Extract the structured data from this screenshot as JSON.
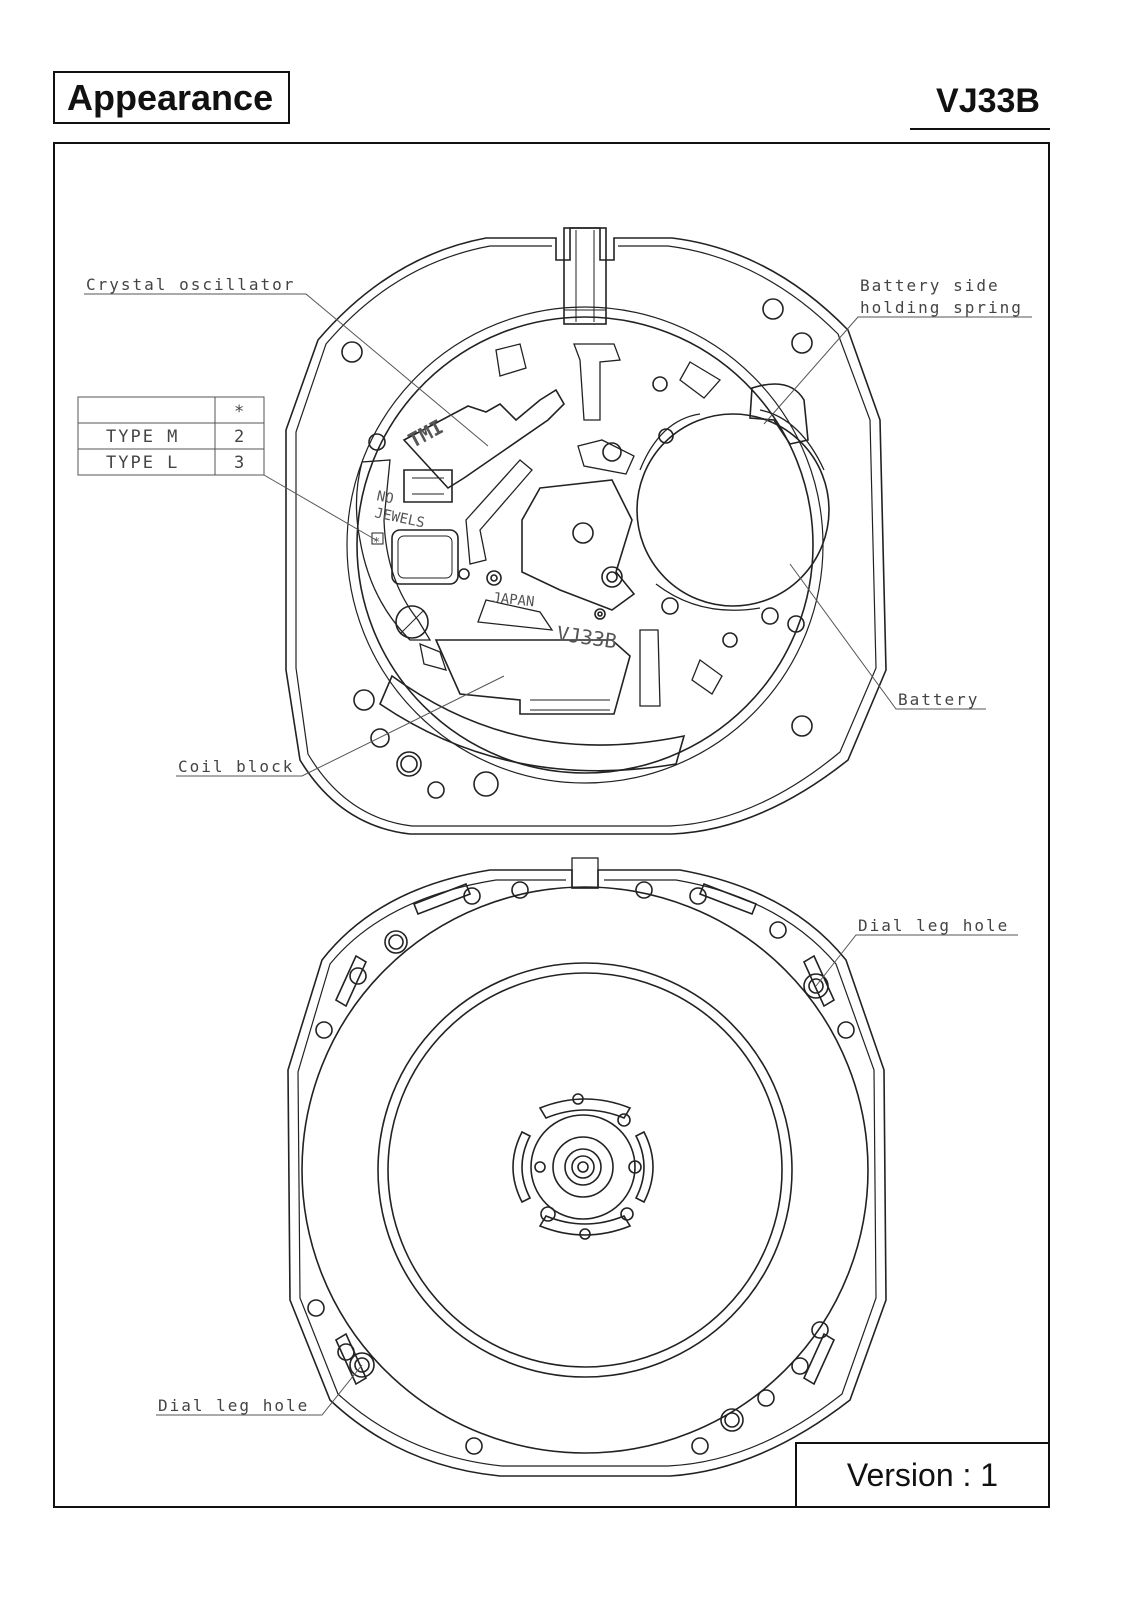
{
  "header": {
    "title": "Appearance",
    "model": "VJ33B"
  },
  "callouts": {
    "crystal_oscillator": "Crystal oscillator",
    "battery_side_line1": "Battery side",
    "battery_side_line2": "holding spring",
    "battery": "Battery",
    "coil_block": "Coil block",
    "dial_leg_hole_top": "Dial leg hole",
    "dial_leg_hole_bottom": "Dial leg hole"
  },
  "jewel_table": {
    "header_symbol": "*",
    "rows": [
      {
        "type": "TYPE M",
        "value": "2"
      },
      {
        "type": "TYPE L",
        "value": "3"
      }
    ]
  },
  "engravings": {
    "logo": "TMI",
    "no_jewels_line1": "NO",
    "no_jewels_line2": "JEWELS",
    "jewel_mark": "*",
    "country": "JAPAN",
    "caliber": "VJ33B"
  },
  "footer": {
    "version": "Version : 1"
  }
}
